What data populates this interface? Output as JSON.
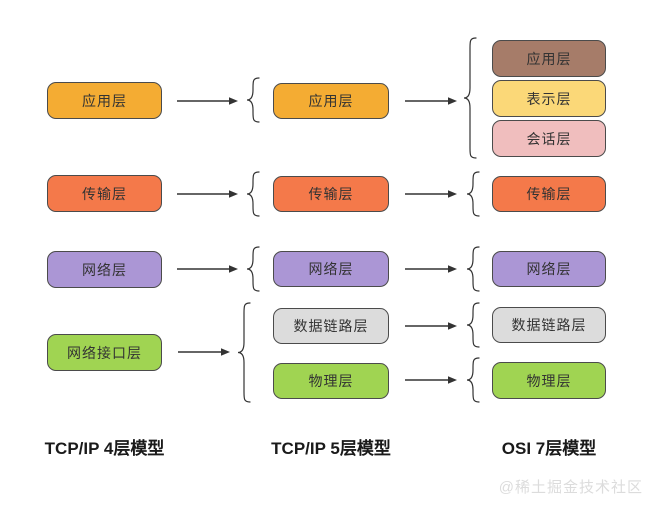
{
  "models": {
    "tcpip4": {
      "label": "TCP/IP 4层模型",
      "layers": [
        {
          "label": "应用层",
          "color": "#F4AC33"
        },
        {
          "label": "传输层",
          "color": "#F4794A"
        },
        {
          "label": "网络层",
          "color": "#AB96D5"
        },
        {
          "label": "网络接口层",
          "color": "#A0D452"
        }
      ]
    },
    "tcpip5": {
      "label": "TCP/IP 5层模型",
      "layers": [
        {
          "label": "应用层",
          "color": "#F4AC33"
        },
        {
          "label": "传输层",
          "color": "#F4794A"
        },
        {
          "label": "网络层",
          "color": "#AB96D5"
        },
        {
          "label": "数据链路层",
          "color": "#DCDCDC"
        },
        {
          "label": "物理层",
          "color": "#A0D452"
        }
      ]
    },
    "osi7": {
      "label": "OSI 7层模型",
      "layers": [
        {
          "label": "应用层",
          "color": "#A67C69"
        },
        {
          "label": "表示层",
          "color": "#FBD878"
        },
        {
          "label": "会话层",
          "color": "#F0BEBE"
        },
        {
          "label": "传输层",
          "color": "#F4794A"
        },
        {
          "label": "网络层",
          "color": "#AB96D5"
        },
        {
          "label": "数据链路层",
          "color": "#DCDCDC"
        },
        {
          "label": "物理层",
          "color": "#A0D452"
        }
      ]
    }
  },
  "watermark": "@稀土掘金技术社区",
  "icons": {
    "arrow_right_icon": "→",
    "curly_brace_icon": "{"
  },
  "palette": {
    "stroke": "#333333",
    "box_border": "#4b4b4b",
    "caption_text": "#1a1a1a",
    "watermark_text": "#dcdcdc"
  }
}
